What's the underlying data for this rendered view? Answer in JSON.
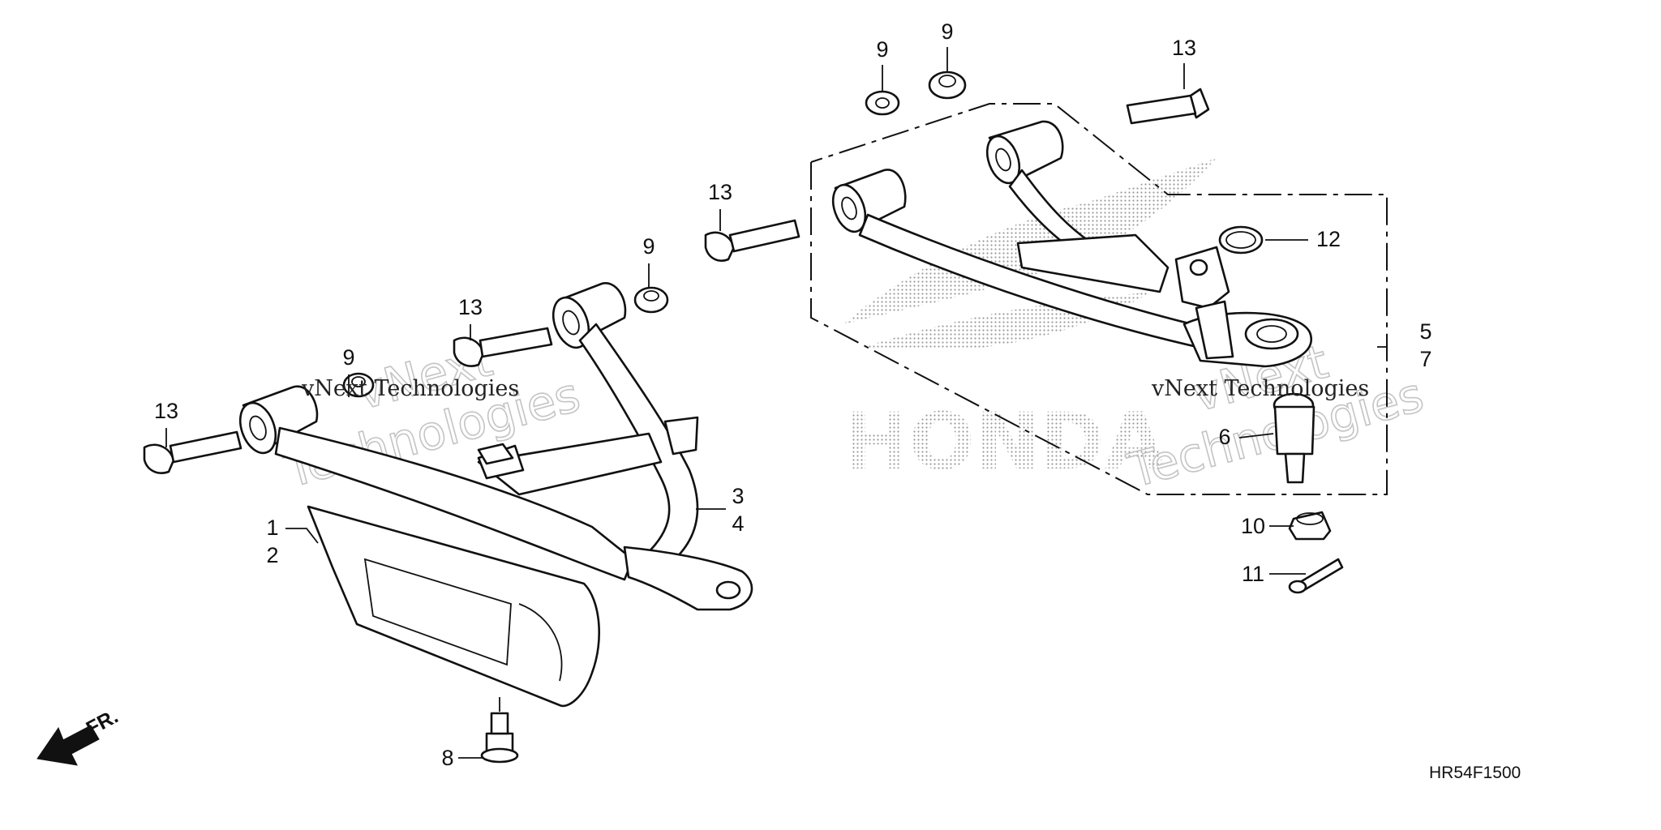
{
  "diagram": {
    "code": "HR54F1500",
    "direction_label": "FR.",
    "brand_mark": "HONDA",
    "watermarks": [
      "vNext Technologies",
      "vNext Technologies"
    ],
    "watermark_outline": [
      "vNext",
      "Technologies",
      "vNext",
      "Technologies"
    ],
    "callouts": {
      "c1": "1",
      "c2": "2",
      "c3": "3",
      "c4": "4",
      "c5": "5",
      "c6": "6",
      "c7": "7",
      "c8": "8",
      "c9a": "9",
      "c9b": "9",
      "c9c": "9",
      "c9d": "9",
      "c10": "10",
      "c11": "11",
      "c12": "12",
      "c13a": "13",
      "c13b": "13",
      "c13c": "13",
      "c13d": "13"
    }
  }
}
